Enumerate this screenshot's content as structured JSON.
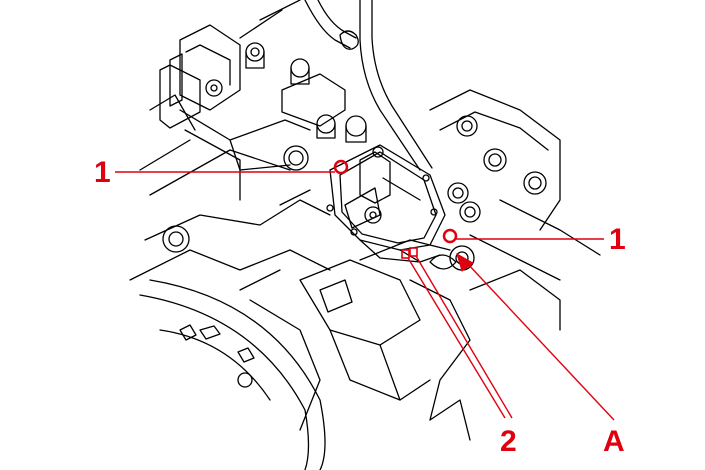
{
  "diagram": {
    "callouts": [
      {
        "id": "bolt-left",
        "label": "1"
      },
      {
        "id": "bolt-right",
        "label": "1"
      },
      {
        "id": "connector",
        "label": "2"
      },
      {
        "id": "arrow-a",
        "label": "A"
      }
    ],
    "colors": {
      "drawing": "#000000",
      "callout": "#e0000f",
      "background": "#ffffff"
    }
  }
}
